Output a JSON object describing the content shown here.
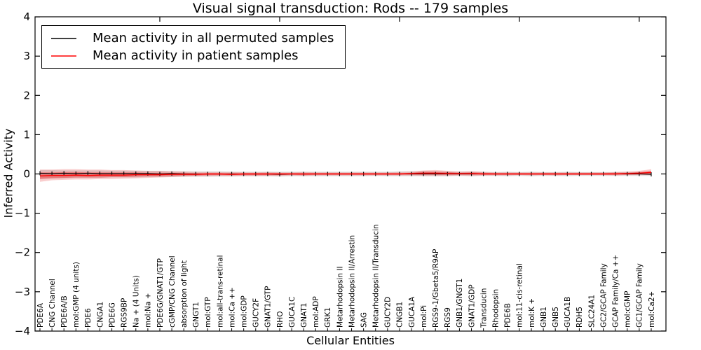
{
  "chart_data": {
    "type": "line",
    "title": "Visual signal transduction: Rods -- 179 samples",
    "xlabel": "Cellular Entities",
    "ylabel": "Inferred Activity",
    "ylim": [
      -4,
      4
    ],
    "ytick_values": [
      -4,
      -3,
      -2,
      -1,
      0,
      1,
      2,
      3,
      4
    ],
    "ytick_labels": [
      "−4",
      "−3",
      "−2",
      "−1",
      "0",
      "1",
      "2",
      "3",
      "4"
    ],
    "grid": false,
    "legend_position": "upper left",
    "categories": [
      "PDE6A",
      "CNG Channel",
      "PDE6A/B",
      "mol:GMP (4 units)",
      "PDE6",
      "CNGA1",
      "PDE6G",
      "RGS9BP",
      "Na + (4 Units)",
      "mol:Na +",
      "PDE6G/GNAT1/GTP",
      "cGMP/CNG Channel",
      "absorption of light",
      "GNGT1",
      "mol:GTP",
      "mol:all-trans-retinal",
      "mol:Ca ++",
      "mol:GDP",
      "GUCY2F",
      "GNAT1/GTP",
      "RHO",
      "GUCA1C",
      "GNAT1",
      "mol:ADP",
      "GRK1",
      "Metarhodopsin II",
      "Metarhodopsin II/Arrestin",
      "SAG",
      "Metarhodopsin II/Transducin",
      "GUCY2D",
      "CNGB1",
      "GUCA1A",
      "mol:Pi",
      "RGS9-1/Gbeta5/R9AP",
      "RGS9",
      "GNB1/GNGT1",
      "GNAT1/GDP",
      "Transducin",
      "Rhodopsin",
      "PDE6B",
      "mol:11-cis-retinal",
      "mol:K +",
      "GNB1",
      "GNB5",
      "GUCA1B",
      "RDH5",
      "SLC24A1",
      "GC2/GCAP Family",
      "GCAP Family/Ca ++",
      "mol:cGMP",
      "GC1/GCAP Family",
      "mol:Ca2+"
    ],
    "series": [
      {
        "name": "Mean activity in all permuted samples",
        "color": "#000000",
        "values": [
          0.02,
          0.01,
          0.02,
          0.01,
          0.02,
          0.01,
          0.01,
          0.01,
          0.01,
          0.01,
          0,
          0.01,
          0,
          0,
          0,
          0,
          0,
          0,
          0,
          0,
          -0.01,
          0,
          0,
          0,
          0,
          0,
          0,
          0,
          0,
          0,
          0,
          0,
          0,
          0,
          0,
          0,
          0,
          0,
          0,
          0,
          0,
          0,
          0,
          0,
          0,
          0,
          0,
          0,
          0,
          0,
          0,
          -0.01
        ],
        "band": {
          "color": "#cfcfcf",
          "lower": [
            -0.12,
            -0.11,
            -0.11,
            -0.1,
            -0.1,
            -0.1,
            -0.09,
            -0.09,
            -0.09,
            -0.08,
            -0.08,
            -0.08,
            -0.07,
            -0.07,
            -0.07,
            -0.07,
            -0.06,
            -0.06,
            -0.06,
            -0.06,
            -0.07,
            -0.06,
            -0.06,
            -0.06,
            -0.06,
            -0.06,
            -0.06,
            -0.06,
            -0.05,
            -0.06,
            -0.06,
            -0.06,
            -0.06,
            -0.06,
            -0.06,
            -0.05,
            -0.06,
            -0.05,
            -0.05,
            -0.06,
            -0.05,
            -0.06,
            -0.05,
            -0.05,
            -0.06,
            -0.05,
            -0.05,
            -0.05,
            -0.05,
            -0.05,
            -0.05,
            -0.05
          ],
          "upper": [
            0.1,
            0.1,
            0.09,
            0.09,
            0.09,
            0.09,
            0.08,
            0.08,
            0.08,
            0.08,
            0.08,
            0.07,
            0.07,
            0.07,
            0.07,
            0.07,
            0.06,
            0.06,
            0.06,
            0.06,
            0.06,
            0.06,
            0.06,
            0.06,
            0.06,
            0.06,
            0.06,
            0.06,
            0.06,
            0.06,
            0.07,
            0.07,
            0.07,
            0.06,
            0.06,
            0.06,
            0.06,
            0.06,
            0.05,
            0.06,
            0.05,
            0.06,
            0.05,
            0.05,
            0.06,
            0.05,
            0.05,
            0.05,
            0.05,
            0.05,
            0.05,
            0.05
          ]
        }
      },
      {
        "name": "Mean activity in patient samples",
        "color": "#ff0000",
        "values": [
          -0.05,
          -0.04,
          -0.04,
          -0.03,
          -0.04,
          -0.03,
          -0.03,
          -0.03,
          -0.02,
          -0.02,
          -0.02,
          -0.01,
          -0.01,
          -0.01,
          0,
          0,
          -0.01,
          0,
          0,
          0,
          0,
          0,
          0,
          0,
          0,
          0,
          0,
          0,
          0,
          0,
          0,
          0.01,
          0.02,
          0.02,
          0.01,
          0.01,
          0.01,
          0,
          0,
          0,
          0,
          0,
          0,
          0,
          0,
          0,
          0,
          0,
          0,
          0.01,
          0.02,
          0.04
        ],
        "band_outer": {
          "color": "#e31a1c",
          "opacity": 0.22,
          "lower": [
            -0.2,
            -0.16,
            -0.15,
            -0.14,
            -0.14,
            -0.13,
            -0.13,
            -0.12,
            -0.11,
            -0.1,
            -0.09,
            -0.08,
            -0.07,
            -0.06,
            -0.06,
            -0.05,
            -0.06,
            -0.05,
            -0.05,
            -0.05,
            -0.05,
            -0.04,
            -0.05,
            -0.04,
            -0.04,
            -0.04,
            -0.04,
            -0.04,
            -0.04,
            -0.04,
            -0.04,
            -0.04,
            -0.05,
            -0.05,
            -0.05,
            -0.04,
            -0.05,
            -0.04,
            -0.04,
            -0.04,
            -0.03,
            -0.04,
            -0.03,
            -0.04,
            -0.03,
            -0.03,
            -0.03,
            -0.03,
            -0.04,
            -0.03,
            -0.03,
            -0.03
          ],
          "upper": [
            0.11,
            0.11,
            0.12,
            0.12,
            0.11,
            0.11,
            0.1,
            0.1,
            0.09,
            0.08,
            0.08,
            0.07,
            0.06,
            0.05,
            0.05,
            0.05,
            0.05,
            0.04,
            0.04,
            0.05,
            0.04,
            0.04,
            0.05,
            0.04,
            0.04,
            0.04,
            0.04,
            0.04,
            0.04,
            0.04,
            0.05,
            0.06,
            0.09,
            0.1,
            0.08,
            0.06,
            0.07,
            0.05,
            0.04,
            0.04,
            0.04,
            0.04,
            0.04,
            0.04,
            0.04,
            0.04,
            0.04,
            0.04,
            0.05,
            0.06,
            0.08,
            0.12
          ]
        },
        "band_inner": {
          "color": "#e31a1c",
          "opacity": 0.38,
          "lower": [
            -0.13,
            -0.11,
            -0.1,
            -0.09,
            -0.09,
            -0.09,
            -0.08,
            -0.08,
            -0.07,
            -0.06,
            -0.06,
            -0.05,
            -0.04,
            -0.04,
            -0.03,
            -0.03,
            -0.03,
            -0.03,
            -0.03,
            -0.03,
            -0.03,
            -0.02,
            -0.03,
            -0.02,
            -0.02,
            -0.02,
            -0.02,
            -0.02,
            -0.02,
            -0.02,
            -0.02,
            -0.02,
            -0.02,
            -0.02,
            -0.02,
            -0.02,
            -0.02,
            -0.02,
            -0.02,
            -0.02,
            -0.02,
            -0.02,
            -0.02,
            -0.02,
            -0.02,
            -0.02,
            -0.02,
            -0.02,
            -0.02,
            -0.02,
            -0.01,
            -0.01
          ],
          "upper": [
            0.04,
            0.04,
            0.05,
            0.05,
            0.04,
            0.04,
            0.04,
            0.04,
            0.04,
            0.03,
            0.03,
            0.03,
            0.03,
            0.02,
            0.02,
            0.02,
            0.02,
            0.02,
            0.02,
            0.02,
            0.02,
            0.02,
            0.02,
            0.02,
            0.02,
            0.02,
            0.02,
            0.02,
            0.02,
            0.02,
            0.02,
            0.03,
            0.06,
            0.06,
            0.05,
            0.03,
            0.04,
            0.03,
            0.02,
            0.02,
            0.02,
            0.02,
            0.02,
            0.02,
            0.02,
            0.02,
            0.02,
            0.02,
            0.03,
            0.03,
            0.05,
            0.08
          ]
        }
      }
    ]
  }
}
